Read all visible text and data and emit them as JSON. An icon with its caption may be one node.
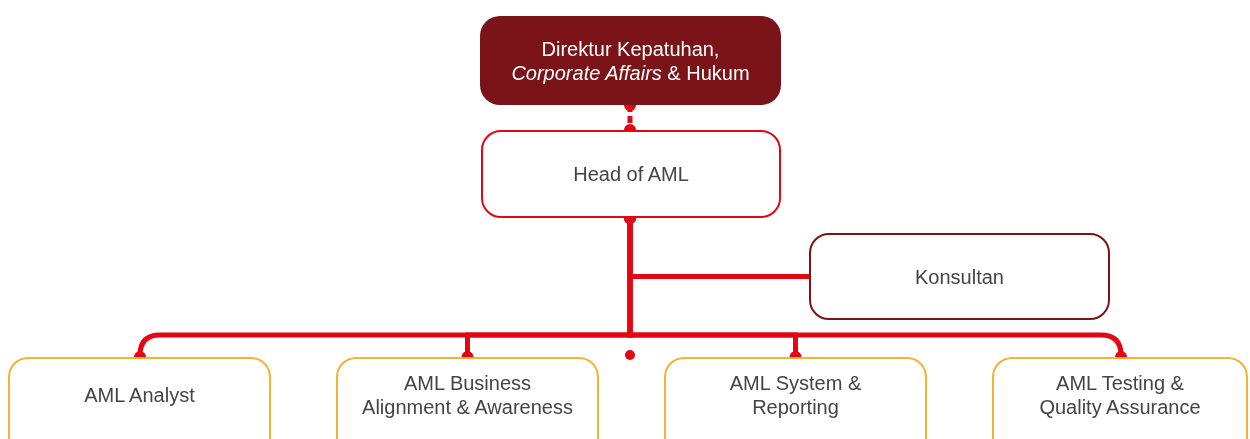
{
  "diagram": {
    "nodes": [
      {
        "text": [
          "Direktur Kepatuhan, *Corporate Affairs* & Hukum"
        ]
      },
      {
        "text": [
          "Head of AML"
        ]
      },
      {
        "text": [
          "Konsultan"
        ]
      },
      {
        "text": [
          "AML Analyst"
        ]
      },
      {
        "text": [
          "AML Business Alignment & Awareness"
        ]
      },
      {
        "text": [
          "AML System & Reporting"
        ]
      },
      {
        "text": [
          "AML Testing & Quality Assurance"
        ]
      }
    ],
    "edges": [
      {
        "from": 0,
        "to": 1,
        "arrow": "other",
        "style": "dashed"
      },
      {
        "from": 1,
        "to": 2,
        "arrow": "none"
      },
      {
        "from": 1,
        "to": 3,
        "arrow": "other"
      },
      {
        "from": 1,
        "to": 4,
        "arrow": "other"
      },
      {
        "from": 1,
        "to": 5,
        "arrow": "other"
      },
      {
        "from": 1,
        "to": 6,
        "arrow": "other"
      }
    ]
  }
}
